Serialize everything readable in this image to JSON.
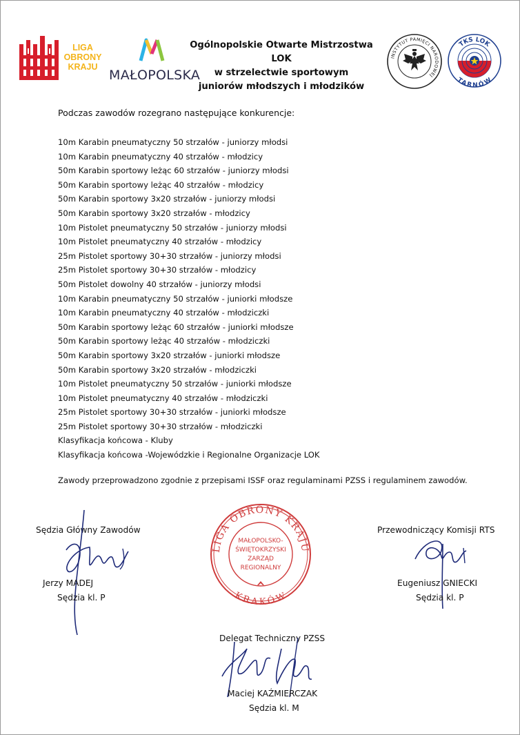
{
  "header": {
    "lok_logo_text": [
      "LIGA",
      "OBRONY",
      "KRAJU"
    ],
    "malopolska_text": "MAŁOPOLSKA",
    "title_lines": [
      "Ogólnopolskie Otwarte Mistrzostwa LOK",
      "w strzelectwie sportowym",
      "juniorów młodszych i młodzików"
    ],
    "ipn_seal_text": "INSTYTUT PAMIĘCI NARODOWEJ",
    "tks_badge_top": "TKS LOK",
    "tks_badge_bottom": "TARNÓW"
  },
  "intro": "Podczas zawodów rozegrano następujące konkurencje:",
  "competitions": [
    "10m Karabin pneumatyczny 50 strzałów - juniorzy młodsi",
    "10m Karabin pneumatyczny 40 strzałów - młodzicy",
    "50m Karabin sportowy leżąc 60 strzałów - juniorzy młodsi",
    "50m Karabin sportowy leżąc 40 strzałów - młodzicy",
    "50m Karabin sportowy 3x20 strzałów - juniorzy młodsi",
    "50m Karabin sportowy 3x20 strzałów - młodzicy",
    "10m Pistolet pneumatyczny 50 strzałów - juniorzy młodsi",
    "10m Pistolet pneumatyczny 40 strzałów - młodzicy",
    "25m Pistolet sportowy 30+30 strzałów - juniorzy młodsi",
    "25m Pistolet sportowy 30+30 strzałów - młodzicy",
    "50m Pistolet dowolny 40 strzałów - juniorzy młodsi",
    "10m Karabin pneumatyczny 50 strzałów - juniorki młodsze",
    "10m Karabin pneumatyczny 40 strzałów - młodziczki",
    "50m Karabin sportowy leżąc 60 strzałów - juniorki młodsze",
    "50m Karabin sportowy leżąc 40 strzałów - młodziczki",
    "50m Karabin sportowy 3x20 strzałów - juniorki młodsze",
    "50m Karabin sportowy 3x20 strzałów - młodziczki",
    "10m Pistolet pneumatyczny 50 strzałów - juniorki młodsze",
    "10m Pistolet pneumatyczny 40 strzałów - młodziczki",
    "25m Pistolet sportowy 30+30 strzałów - juniorki młodsze",
    "25m Pistolet sportowy 30+30 strzałów - młodziczki",
    "Klasyfikacja końcowa - Kluby",
    "Klasyfikacja końcowa -Wojewódzkie i Regionalne Organizacje LOK"
  ],
  "closing": "Zawody przeprowadzono zgodnie z przepisami ISSF oraz regulaminami PZSS i regulaminem zawodów.",
  "signatures": {
    "chief": {
      "role": "Sędzia Główny Zawodów",
      "name": "Jerzy MADEJ",
      "rank": "Sędzia kl. P"
    },
    "rts": {
      "role": "Przewodniczący Komisji RTS",
      "name": "Eugeniusz GNIECKI",
      "rank": "Sędzia kl. P"
    },
    "delegate": {
      "role": "Delegat Techniczny PZSS",
      "name": "Maciej KAŹMIERCZAK",
      "rank": "Sędzia kl. M"
    }
  },
  "stamp": {
    "outer_top": "LIGA OBRONY KRAJU",
    "outer_bottom": "KRAKÓW",
    "inner_lines": [
      "MAŁOPOLSKO-",
      "ŚWIĘTOKRZYSKI",
      "ZARZĄD",
      "REGIONALNY"
    ]
  },
  "colors": {
    "lok_red": "#d71e2b",
    "lok_yellow": "#f4b41a",
    "stamp_red": "#cf3b3b",
    "signature_ink": "#1e2a78"
  }
}
